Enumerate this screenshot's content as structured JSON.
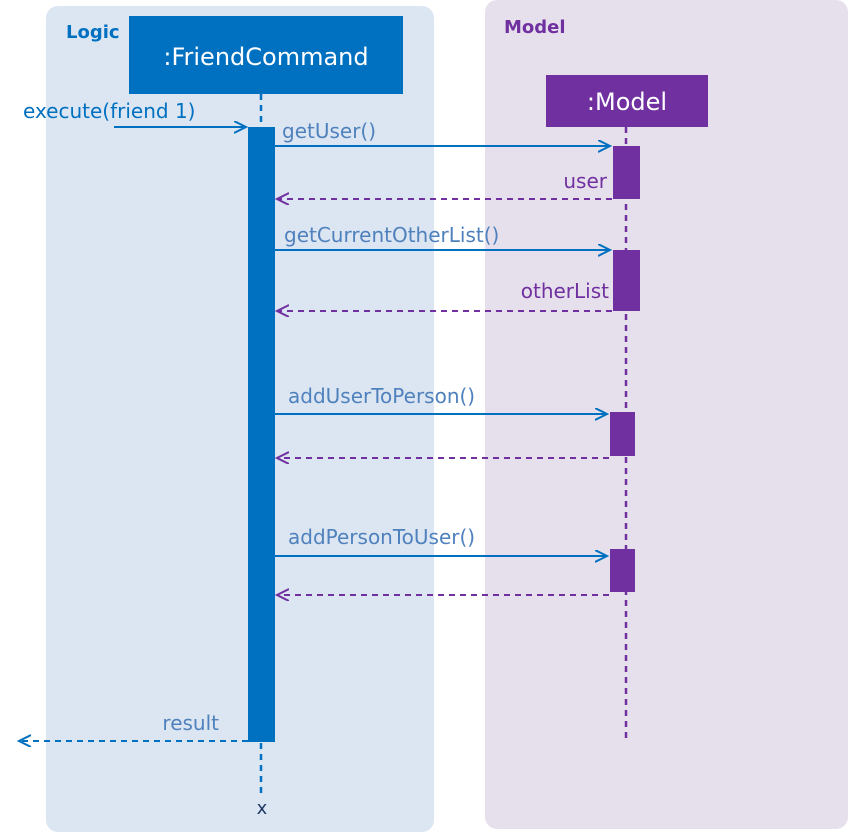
{
  "regions": {
    "logic": "Logic",
    "model": "Model"
  },
  "participants": {
    "friend_command": ":FriendCommand",
    "model": ":Model"
  },
  "messages": {
    "execute": "execute(friend 1)",
    "get_user": "getUser()",
    "user_return": "user",
    "get_current_other_list": "getCurrentOtherList()",
    "other_list_return": "otherList",
    "add_user_to_person": "addUserToPerson()",
    "add_person_to_user": "addPersonToUser()",
    "result": "result"
  },
  "destroy_mark": "x",
  "colors": {
    "logic_bg": "#dce6f2",
    "model_bg": "#e6e0ec",
    "logic_blue": "#0070c0",
    "model_purple": "#7030a0",
    "message_text": "#4f81bd"
  }
}
